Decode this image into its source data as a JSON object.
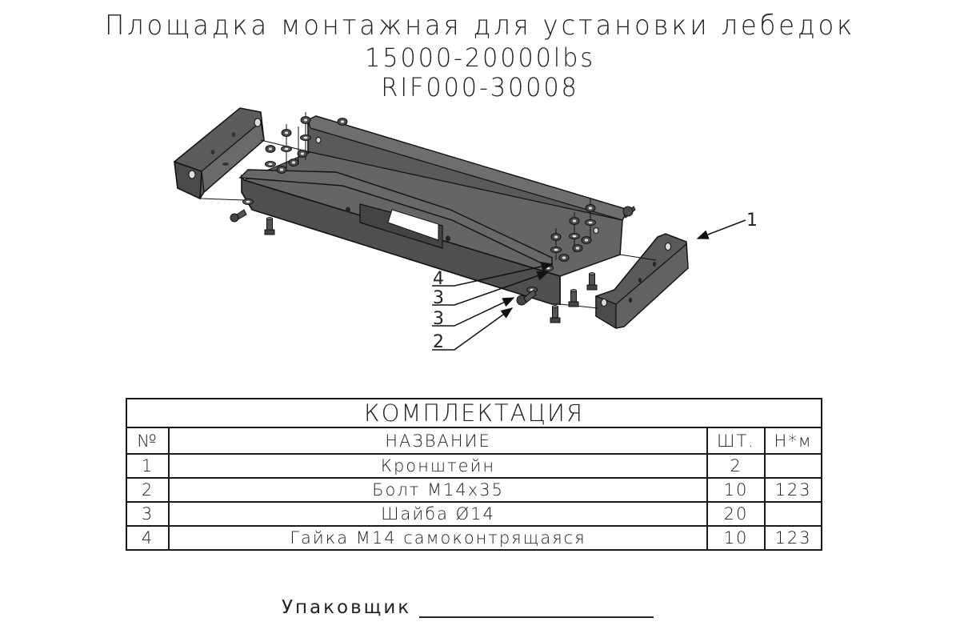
{
  "header": {
    "title": "Площадка монтажная для установки лебедок",
    "capacity": "15000-20000lbs",
    "part_number": "RIF000-30008"
  },
  "drawing": {
    "description": "Exploded isometric view of winch mounting plate assembly",
    "callouts": [
      {
        "id": "callout-1",
        "label": "1"
      },
      {
        "id": "callout-4",
        "label": "4"
      },
      {
        "id": "callout-3a",
        "label": "3"
      },
      {
        "id": "callout-3b",
        "label": "3"
      },
      {
        "id": "callout-2",
        "label": "2"
      }
    ],
    "colors": {
      "metal": "#5a5a5a",
      "metal_dark": "#3c3c3c",
      "metal_light": "#787878",
      "line": "#111111"
    }
  },
  "spec_table": {
    "title": "КОМПЛЕКТАЦИЯ",
    "headers": [
      "№",
      "НАЗВАНИЕ",
      "ШТ.",
      "Н*м"
    ],
    "rows": [
      {
        "num": "1",
        "name": "Кронштейн",
        "qty": "2",
        "torque": ""
      },
      {
        "num": "2",
        "name": "Болт М14х35",
        "qty": "10",
        "torque": "123"
      },
      {
        "num": "3",
        "name": "Шайба Ø14",
        "qty": "20",
        "torque": ""
      },
      {
        "num": "4",
        "name": "Гайка М14 самоконтрящаяся",
        "qty": "10",
        "torque": "123"
      }
    ]
  },
  "footer": {
    "packer_label": "Упаковщик",
    "packer_value": ""
  }
}
